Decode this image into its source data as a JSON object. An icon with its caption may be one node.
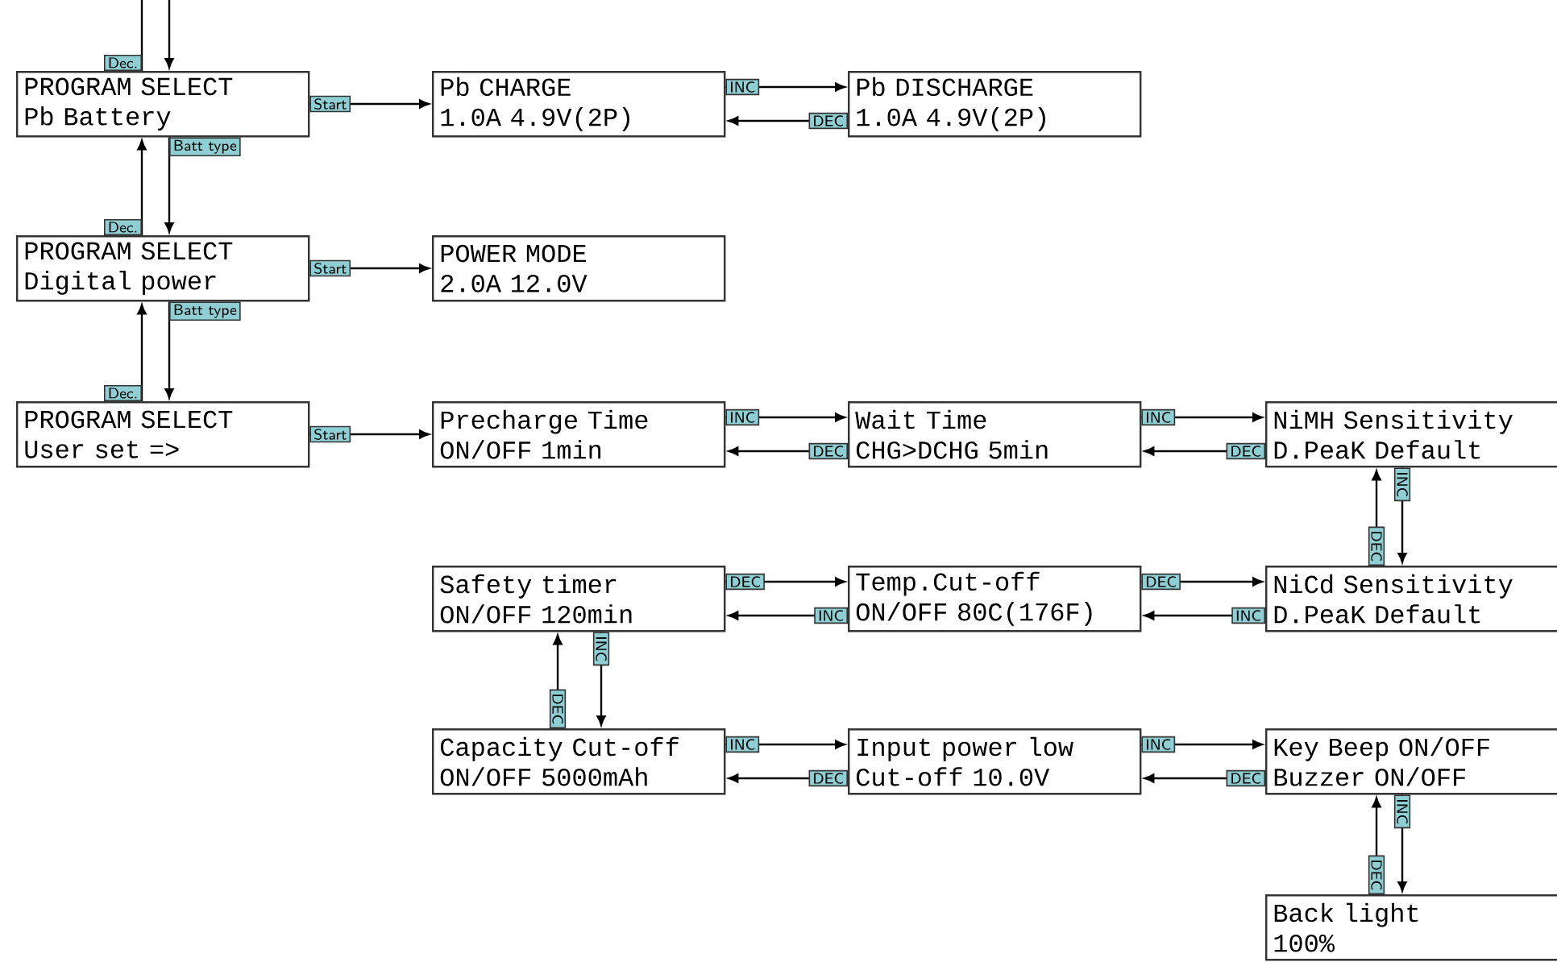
{
  "diagram": {
    "nodes": [
      {
        "text": [
          "PROGRAM SELECT",
          "Pb Battery"
        ]
      },
      {
        "text": [
          "Pb CHARGE",
          "1.0A 4.9V(2P)"
        ]
      },
      {
        "text": [
          "Pb DISCHARGE",
          "1.0A 4.9V(2P)"
        ]
      },
      {
        "text": [
          "PROGRAM SELECT",
          "Digital power"
        ]
      },
      {
        "text": [
          "POWER MODE",
          "2.0A 12.0V"
        ]
      },
      {
        "text": [
          "PROGRAM SELECT",
          "User set =>"
        ]
      },
      {
        "text": [
          "Precharge Time",
          "ON/OFF 1min"
        ]
      },
      {
        "text": [
          "Wait Time",
          "CHG>DCHG 5min"
        ]
      },
      {
        "text": [
          "NiMH Sensitivity",
          "D.PeaK Default"
        ]
      },
      {
        "text": [
          "Safety timer",
          "ON/OFF 120min"
        ]
      },
      {
        "text": [
          "Temp.Cut-off",
          "ON/OFF 80C(176F)"
        ]
      },
      {
        "text": [
          "NiCd Sensitivity",
          "D.PeaK Default"
        ]
      },
      {
        "text": [
          "Capacity Cut-off",
          "ON/OFF 5000mAh"
        ]
      },
      {
        "text": [
          "Input power low",
          "Cut-off 10.0V"
        ]
      },
      {
        "text": [
          "Key Beep ON/OFF",
          "Buzzer ON/OFF"
        ]
      },
      {
        "text": [
          "Back light",
          "100%"
        ]
      }
    ],
    "edges": [
      {
        "from": null,
        "to": 0,
        "arrow": "to"
      },
      {
        "from": 0,
        "to": null,
        "arrow": "none",
        "label": "Dec."
      },
      {
        "from": 0,
        "to": 3,
        "arrow": "to",
        "label": "Batt type"
      },
      {
        "from": 3,
        "to": 0,
        "arrow": "to",
        "label": "Dec."
      },
      {
        "from": 3,
        "to": 5,
        "arrow": "to",
        "label": "Batt type"
      },
      {
        "from": 5,
        "to": 3,
        "arrow": "to",
        "label": "Dec."
      },
      {
        "from": 0,
        "to": 1,
        "arrow": "to",
        "label": "Start"
      },
      {
        "from": 3,
        "to": 4,
        "arrow": "to",
        "label": "Start"
      },
      {
        "from": 5,
        "to": 6,
        "arrow": "to",
        "label": "Start"
      },
      {
        "from": 1,
        "to": 2,
        "arrow": "to",
        "label": "INC"
      },
      {
        "from": 2,
        "to": 1,
        "arrow": "to",
        "label": "DEC"
      },
      {
        "from": 6,
        "to": 7,
        "arrow": "to",
        "label": "INC"
      },
      {
        "from": 7,
        "to": 6,
        "arrow": "to",
        "label": "DEC"
      },
      {
        "from": 7,
        "to": 8,
        "arrow": "to",
        "label": "INC"
      },
      {
        "from": 8,
        "to": 7,
        "arrow": "to",
        "label": "DEC"
      },
      {
        "from": 8,
        "to": 11,
        "arrow": "to",
        "label": "INC"
      },
      {
        "from": 11,
        "to": 8,
        "arrow": "to",
        "label": "DEC"
      },
      {
        "from": 9,
        "to": 10,
        "arrow": "to",
        "label": "DEC"
      },
      {
        "from": 10,
        "to": 9,
        "arrow": "to",
        "label": "INC"
      },
      {
        "from": 10,
        "to": 11,
        "arrow": "to",
        "label": "DEC"
      },
      {
        "from": 11,
        "to": 10,
        "arrow": "to",
        "label": "INC"
      },
      {
        "from": 9,
        "to": 12,
        "arrow": "to",
        "label": "INC"
      },
      {
        "from": 12,
        "to": 9,
        "arrow": "to",
        "label": "DEC"
      },
      {
        "from": 12,
        "to": 13,
        "arrow": "to",
        "label": "INC"
      },
      {
        "from": 13,
        "to": 12,
        "arrow": "to",
        "label": "DEC"
      },
      {
        "from": 13,
        "to": 14,
        "arrow": "to",
        "label": "INC"
      },
      {
        "from": 14,
        "to": 13,
        "arrow": "to",
        "label": "DEC"
      },
      {
        "from": 14,
        "to": 15,
        "arrow": "to",
        "label": "INC"
      },
      {
        "from": 15,
        "to": 14,
        "arrow": "to",
        "label": "DEC"
      }
    ]
  }
}
